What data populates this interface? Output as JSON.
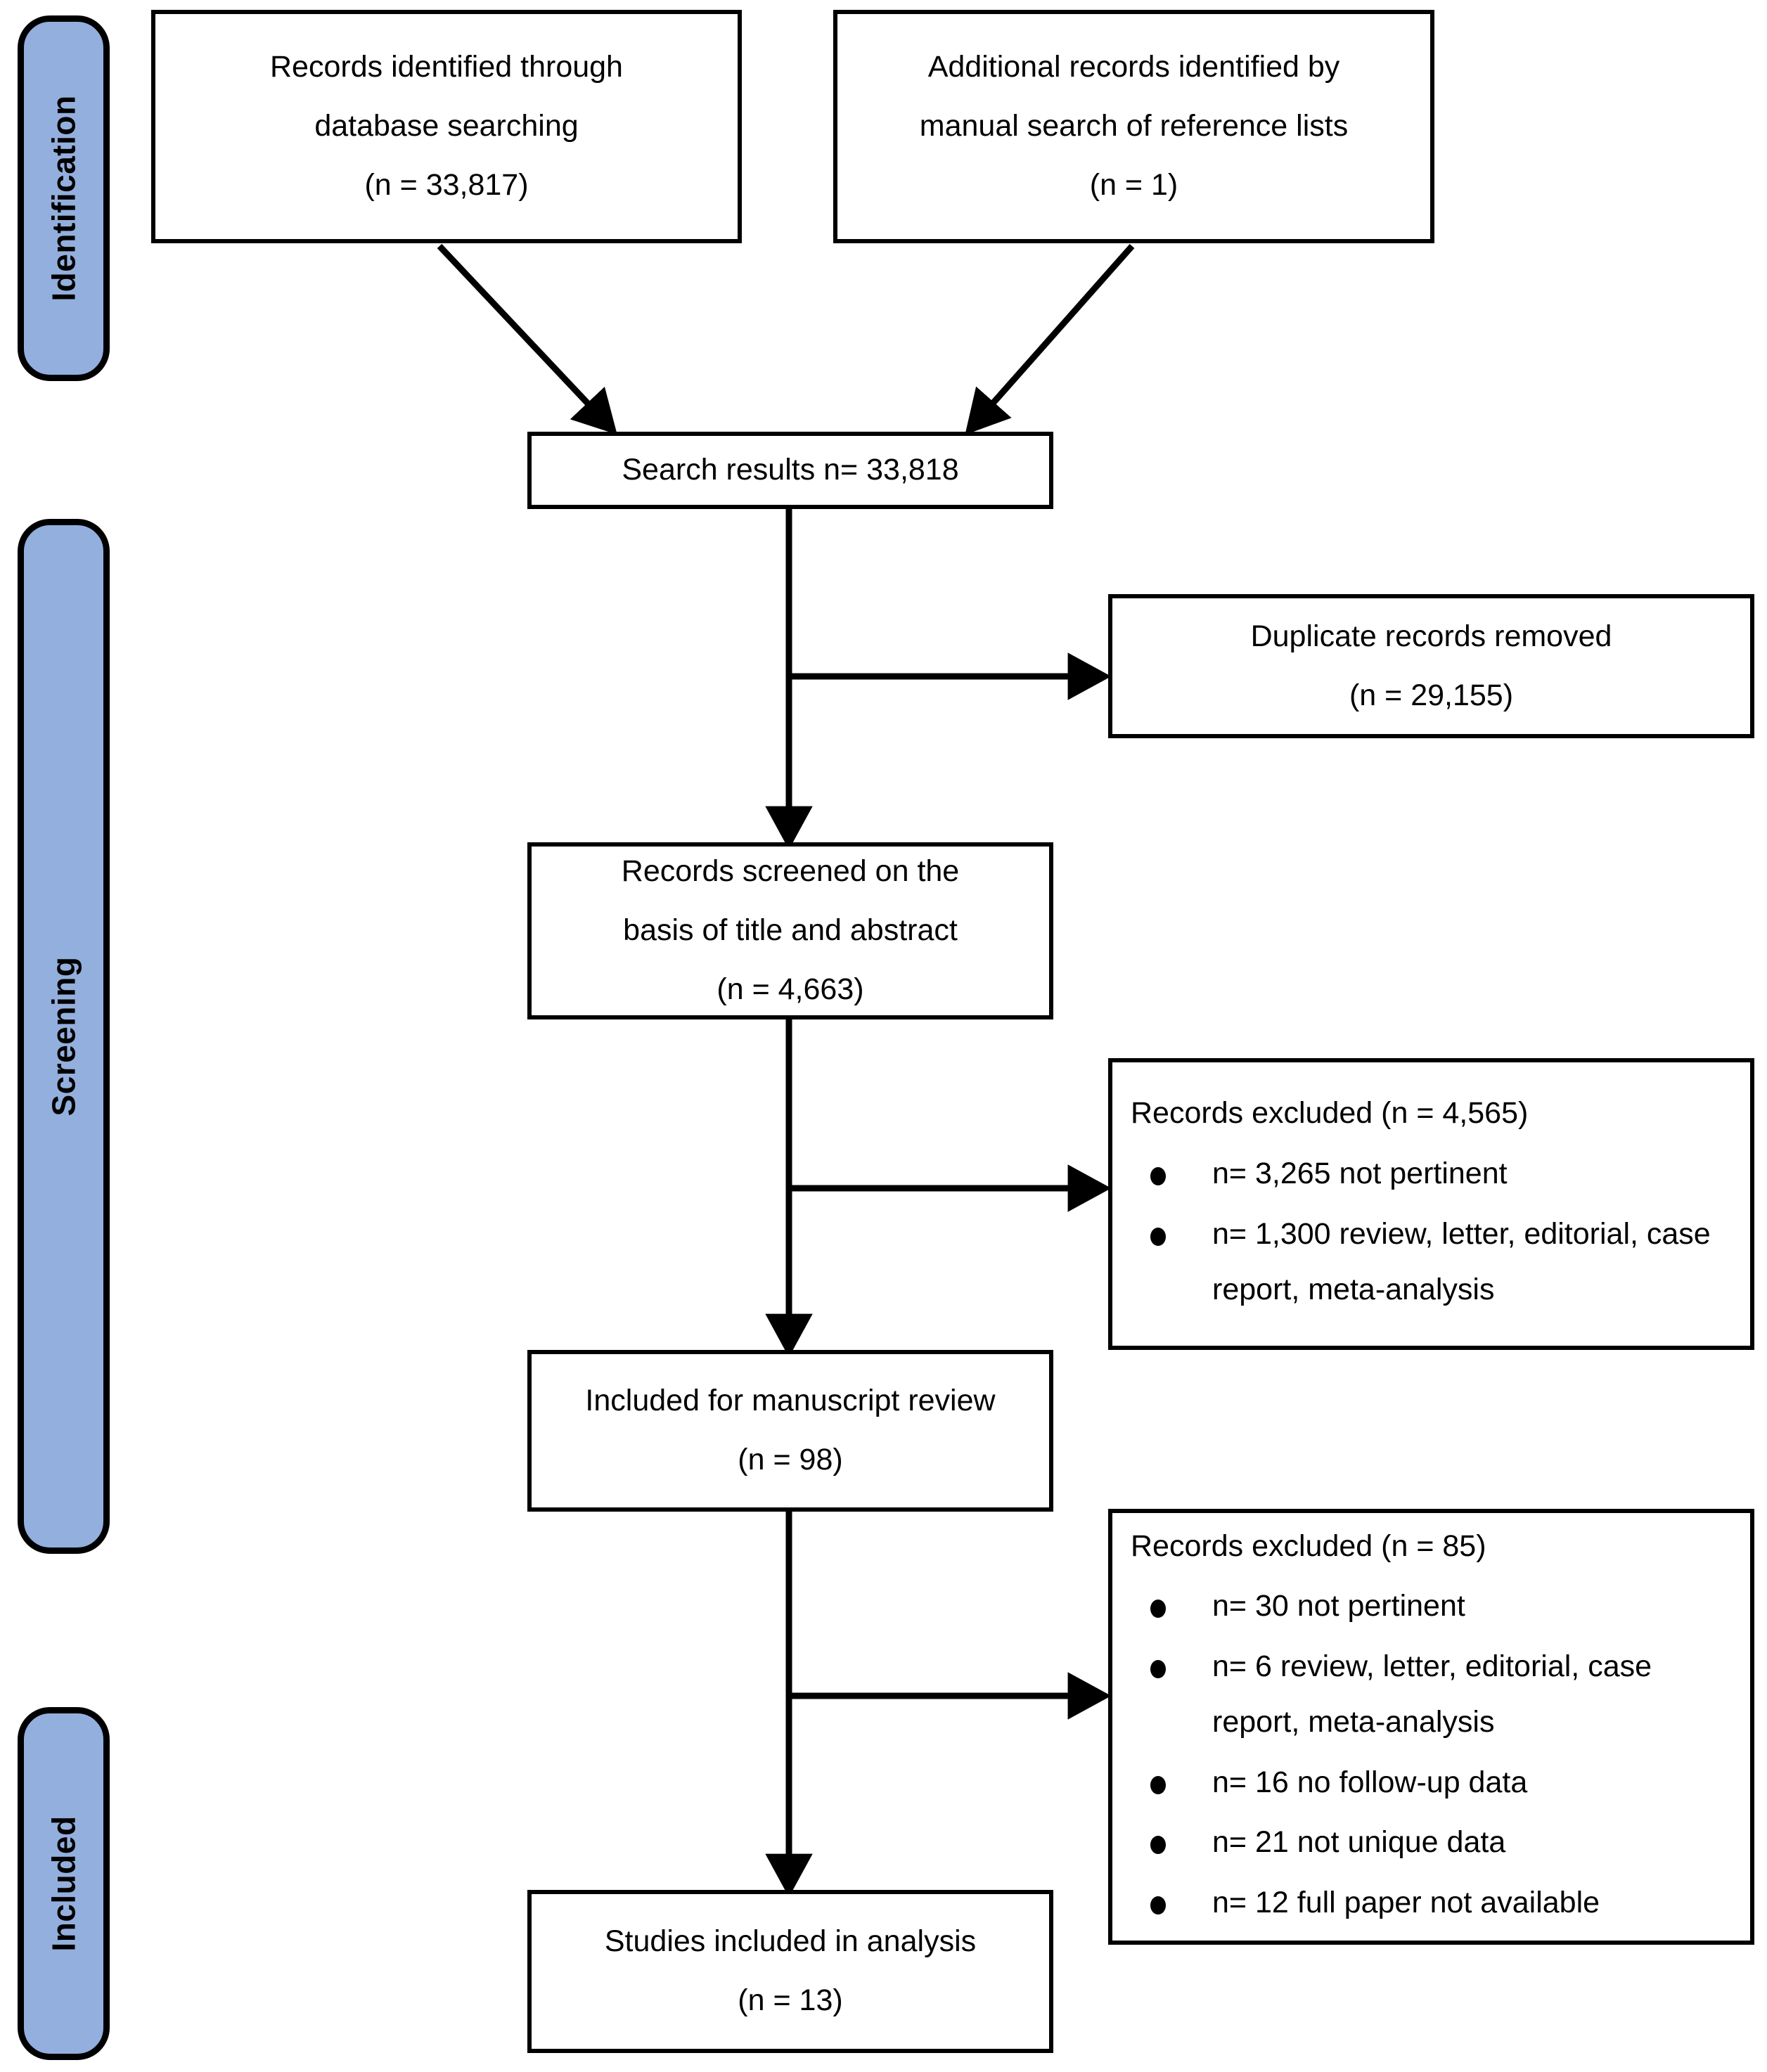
{
  "diagram": {
    "title": "PRISMA study selection flow diagram",
    "accent_color": "#93AFDD",
    "line_color": "#000000",
    "background": "#FFFFFF"
  },
  "phases": [
    {
      "id": "identification",
      "label": "Identification"
    },
    {
      "id": "screening",
      "label": "Screening"
    },
    {
      "id": "included",
      "label": "Included"
    }
  ],
  "nodes": {
    "database_search": {
      "lines": [
        "Records identified through",
        "database searching",
        "(n = 33,817)"
      ]
    },
    "manual_search": {
      "lines": [
        "Additional records identified by",
        "manual search of reference lists",
        "(n = 1)"
      ]
    },
    "search_results": {
      "lines": [
        "Search results n= 33,818"
      ]
    },
    "duplicates_removed": {
      "lines": [
        "Duplicate records removed",
        "(n = 29,155)"
      ]
    },
    "records_screened": {
      "lines": [
        "Records screened on the",
        "basis of title and abstract",
        "(n = 4,663)"
      ]
    },
    "excluded_screening": {
      "title": "Records excluded (n = 4,565)",
      "items": [
        "n= 3,265 not pertinent",
        "n= 1,300 review, letter, editorial, case report, meta-analysis"
      ]
    },
    "manuscript_review": {
      "lines": [
        "Included for manuscript review",
        "(n = 98)"
      ]
    },
    "excluded_fulltext": {
      "title": "Records excluded (n = 85)",
      "items": [
        "n= 30 not pertinent",
        "n= 6 review, letter, editorial, case report, meta-analysis",
        "n= 16 no follow-up data",
        "n= 21 not unique data",
        "n= 12 full paper not available"
      ]
    },
    "studies_included": {
      "lines": [
        "Studies included in analysis",
        "(n = 13)"
      ]
    }
  },
  "chart_data": {
    "type": "table",
    "title": "PRISMA study selection flow",
    "categories": [
      "Records identified through database searching",
      "Additional records identified by manual search of reference lists",
      "Search results",
      "Duplicate records removed",
      "Records screened on the basis of title and abstract",
      "Records excluded (screening)",
      "Included for manuscript review",
      "Records excluded (full text)",
      "Studies included in analysis"
    ],
    "values": [
      33817,
      1,
      33818,
      29155,
      4663,
      4565,
      98,
      85,
      13
    ],
    "exclusion_breakdown_screening": {
      "not pertinent": 3265,
      "review, letter, editorial, case report, meta-analysis": 1300
    },
    "exclusion_breakdown_fulltext": {
      "not pertinent": 30,
      "review, letter, editorial, case report, meta-analysis": 6,
      "no follow-up data": 16,
      "not unique data": 21,
      "full paper not available": 12
    }
  }
}
